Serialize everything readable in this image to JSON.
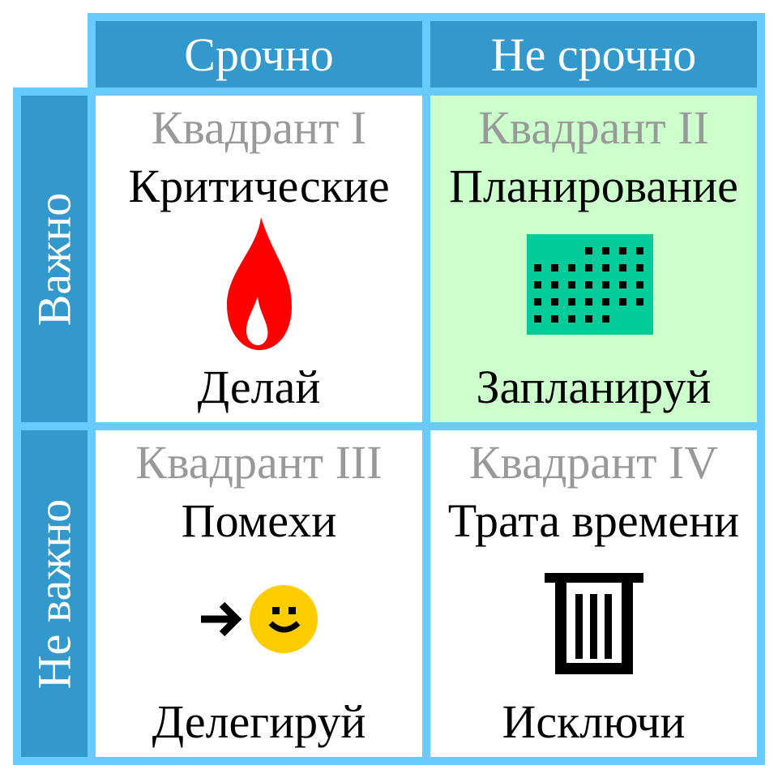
{
  "columns": {
    "urgent": "Срочно",
    "not_urgent": "Не срочно"
  },
  "rows": {
    "important": "Важно",
    "not_important": "Не важно"
  },
  "quadrants": [
    {
      "label": "Квадрант I",
      "title": "Критические",
      "action": "Делай",
      "icon": "flame-icon",
      "color": "#ffffff"
    },
    {
      "label": "Квадрант II",
      "title": "Планирование",
      "action": "Запланируй",
      "icon": "calendar-icon",
      "color": "#ccffcc"
    },
    {
      "label": "Квадрант III",
      "title": "Помехи",
      "action": "Делегируй",
      "icon": "delegate-smiley-icon",
      "color": "#ffffff"
    },
    {
      "label": "Квадрант IV",
      "title": "Трата времени",
      "action": "Исключи",
      "icon": "trash-icon",
      "color": "#ffffff"
    }
  ],
  "colors": {
    "border": "#66ccff",
    "header": "#3399cc",
    "quadrant_label": "#999999",
    "highlight": "#ccffcc",
    "flame": "#ff0000",
    "calendar": "#00cc99",
    "smiley": "#ffcc00"
  }
}
